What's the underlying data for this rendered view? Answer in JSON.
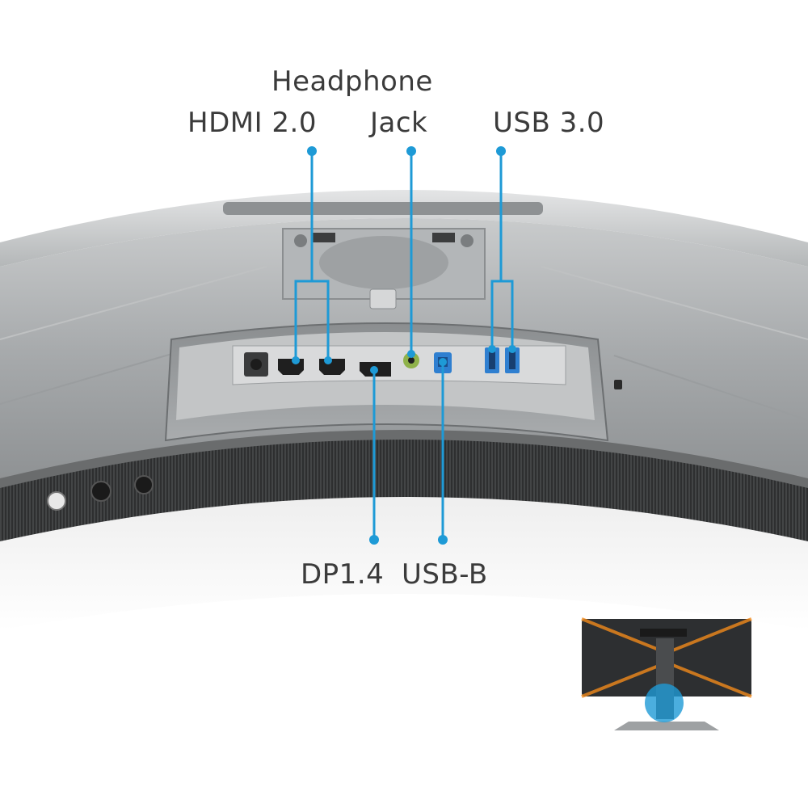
{
  "labels": {
    "hdmi": "HDMI 2.0",
    "headphone_line1": "Headphone",
    "headphone_line2": "Jack",
    "usb3": "USB 3.0",
    "dp": "DP1.4",
    "usbb": "USB-B"
  },
  "colors": {
    "callout": "#1e9ad6",
    "label_text": "#3b3b3b",
    "monitor_gray": "#a9acae",
    "monitor_dark": "#3a3a3a",
    "usb3_port": "#2f7fd0",
    "audio_port": "#8fb24a",
    "thumbnail_accent": "#f08a1c"
  },
  "icons": {
    "power_button": "power-icon",
    "joystick": "joystick-icon",
    "kensington": "lock-icon"
  }
}
